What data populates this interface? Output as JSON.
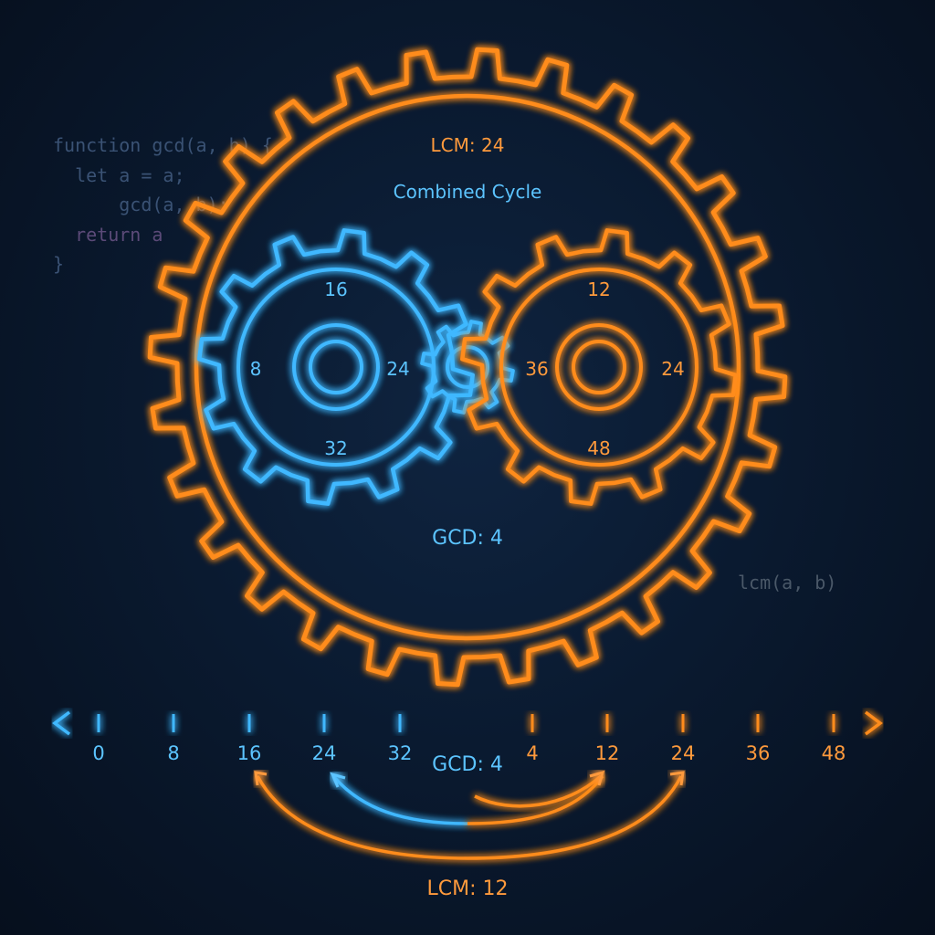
{
  "code_snippet": {
    "lines": [
      "function gcd(a, b) {",
      "  let a = a;",
      "      gcd(a, b);",
      "  return a",
      "}"
    ]
  },
  "side_code": "lcm(a, b)",
  "outer_gear": {
    "title": "LCM: 24",
    "subtitle": "Combined Cycle"
  },
  "left_gear": {
    "labels": [
      "16",
      "8",
      "24",
      "32"
    ]
  },
  "right_gear": {
    "labels": [
      "12",
      "36",
      "24",
      "48"
    ]
  },
  "gcd_pointer_label": "GCD: 4",
  "number_line": {
    "left_ticks": [
      "0",
      "8",
      "16",
      "24",
      "32"
    ],
    "right_ticks": [
      "4",
      "12",
      "24",
      "36",
      "48"
    ],
    "center_label": "GCD: 4"
  },
  "bottom_label": "LCM: 12",
  "colors": {
    "blue": "#3fb8ff",
    "orange": "#ff8c1a",
    "background": "#0a1a30"
  }
}
